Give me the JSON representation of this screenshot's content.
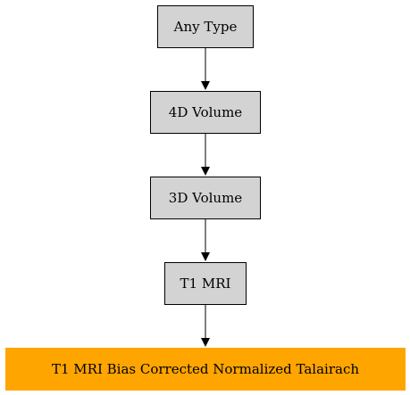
{
  "diagram": {
    "nodes": [
      {
        "id": "any-type",
        "label": "Any Type",
        "fill": "#d3d3d3"
      },
      {
        "id": "4d-volume",
        "label": "4D Volume",
        "fill": "#d3d3d3"
      },
      {
        "id": "3d-volume",
        "label": "3D Volume",
        "fill": "#d3d3d3"
      },
      {
        "id": "t1-mri",
        "label": "T1 MRI",
        "fill": "#d3d3d3"
      },
      {
        "id": "t1-mri-bias-corrected",
        "label": "T1 MRI Bias Corrected Normalized Talairach",
        "fill": "#ffa500"
      }
    ],
    "edges": [
      {
        "from": "any-type",
        "to": "4d-volume"
      },
      {
        "from": "4d-volume",
        "to": "3d-volume"
      },
      {
        "from": "3d-volume",
        "to": "t1-mri"
      },
      {
        "from": "t1-mri",
        "to": "t1-mri-bias-corrected"
      }
    ]
  }
}
